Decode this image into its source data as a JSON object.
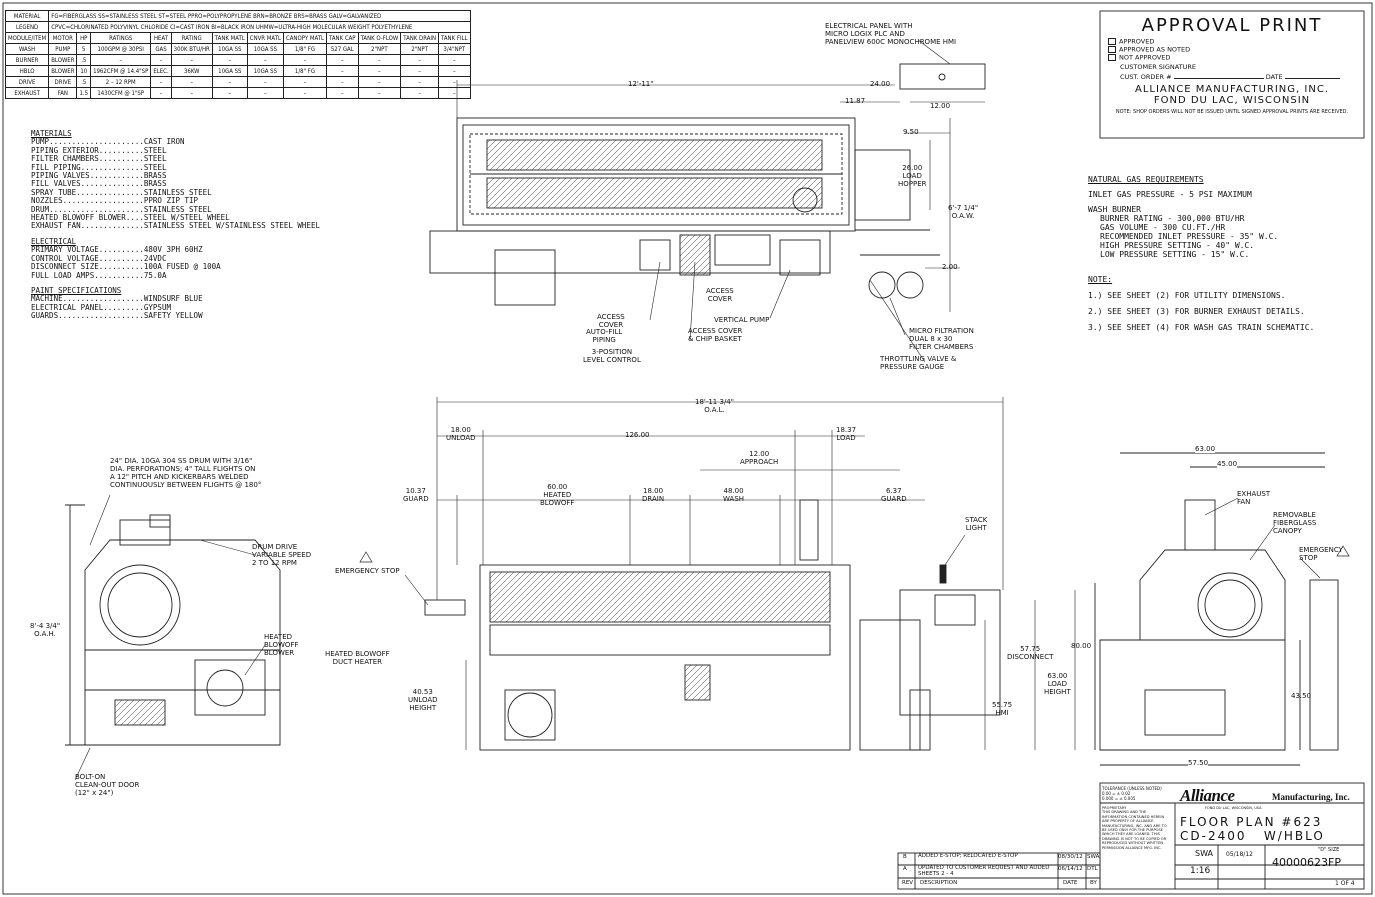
{
  "spec_table": {
    "header_rows": [
      {
        "label": "MATERIAL",
        "text": "FG=FIBERGLASS   SS=STAINLESS STEEL   ST=STEEL   PPRO=POLYPROPYLENE   BRN=BRONZE   BRS=BRASS   GALV=GALVANIZED"
      },
      {
        "label": "LEGEND",
        "text": "CPVC=CHLORINATED POLYVINYL CHLORIDE   CI=CAST IRON   BI=BLACK IRON   UHMW=ULTRA-HIGH MOLECULAR WEIGHT POLYETHYLENE"
      }
    ],
    "columns": [
      "MODULE/ITEM",
      "MOTOR",
      "HP",
      "RATINGS",
      "HEAT",
      "RATING",
      "TANK MATL",
      "CNVR MATL",
      "CANOPY MATL",
      "TANK CAP",
      "TANK O-FLOW",
      "TANK DRAIN",
      "TANK FILL"
    ],
    "rows": [
      [
        "WASH",
        "PUMP",
        "5",
        "100GPM @ 30PSI",
        "GAS",
        "300K BTU/HR",
        "10GA SS",
        "10GA SS",
        "1/8\" FG",
        "527 GAL",
        "2\"NPT",
        "2\"NPT",
        "3/4\"NPT"
      ],
      [
        "BURNER",
        "BLOWER",
        ".5",
        "–",
        "–",
        "–",
        "–",
        "–",
        "–",
        "–",
        "–",
        "–",
        "–"
      ],
      [
        "HBLO",
        "BLOWER",
        "10",
        "1962CFM @ 14.4\"SP",
        "ELEC.",
        "36KW",
        "10GA SS",
        "10GA SS",
        "1/8\" FG",
        "–",
        "–",
        "–",
        "–"
      ],
      [
        "DRIVE",
        "DRIVE",
        ".5",
        "2 – 12 RPM",
        "–",
        "–",
        "–",
        "–",
        "–",
        "–",
        "–",
        "–",
        "–"
      ],
      [
        "EXHAUST",
        "FAN",
        "1.5",
        "1430CFM @ 1\"SP",
        "–",
        "–",
        "–",
        "–",
        "–",
        "–",
        "–",
        "–",
        "–"
      ]
    ]
  },
  "materials": {
    "title": "MATERIALS",
    "items": [
      {
        "k": "PUMP",
        "v": "CAST IRON"
      },
      {
        "k": "PIPING EXTERIOR",
        "v": "STEEL"
      },
      {
        "k": "FILTER CHAMBERS",
        "v": "STEEL"
      },
      {
        "k": "FILL PIPING",
        "v": "STEEL"
      },
      {
        "k": "PIPING VALVES",
        "v": "BRASS"
      },
      {
        "k": "FILL VALVES",
        "v": "BRASS"
      },
      {
        "k": "SPRAY TUBE",
        "v": "STAINLESS STEEL"
      },
      {
        "k": "NOZZLES",
        "v": "PPRO ZIP TIP"
      },
      {
        "k": "DRUM",
        "v": "STAINLESS STEEL"
      },
      {
        "k": "HEATED BLOWOFF BLOWER",
        "v": "STEEL W/STEEL WHEEL"
      },
      {
        "k": "EXHAUST FAN",
        "v": "STAINLESS STEEL W/STAINLESS STEEL WHEEL"
      }
    ]
  },
  "electrical": {
    "title": "ELECTRICAL",
    "items": [
      {
        "k": "PRIMARY VOLTAGE",
        "v": "480V 3PH 60HZ"
      },
      {
        "k": "CONTROL VOLTAGE",
        "v": "24VDC"
      },
      {
        "k": "DISCONNECT SIZE",
        "v": "100A FUSED @ 100A"
      },
      {
        "k": "FULL LOAD AMPS",
        "v": "75.0A"
      }
    ]
  },
  "paint": {
    "title": "PAINT SPECIFICATIONS",
    "items": [
      {
        "k": "MACHINE",
        "v": "WINDSURF BLUE"
      },
      {
        "k": "ELECTRICAL PANEL",
        "v": "GYPSUM"
      },
      {
        "k": "GUARDS",
        "v": "SAFETY YELLOW"
      }
    ]
  },
  "approval": {
    "title": "APPROVAL PRINT",
    "options": [
      "APPROVED",
      "APPROVED AS NOTED",
      "NOT APPROVED"
    ],
    "customer_signature": "CUSTOMER SIGNATURE",
    "cust_order": "CUST. ORDER #",
    "date": "DATE",
    "company": "ALLIANCE MANUFACTURING, INC.",
    "city": "FOND DU LAC, WISCONSIN",
    "note": "NOTE: SHOP ORDERS WILL NOT BE ISSUED UNTIL SIGNED APPROVAL PRINTS ARE RECEIVED."
  },
  "gas": {
    "title": "NATURAL GAS REQUIREMENTS",
    "inlet": "INLET GAS PRESSURE - 5 PSI MAXIMUM",
    "burner_title": "WASH BURNER",
    "burner_lines": [
      "BURNER RATING - 300,000 BTU/HR",
      "GAS VOLUME - 300 CU.FT./HR",
      "RECOMMENDED INLET PRESSURE - 35\" W.C.",
      "HIGH PRESSURE SETTING - 40\" W.C.",
      "LOW PRESSURE SETTING - 15\" W.C."
    ]
  },
  "notes": {
    "title": "NOTE:",
    "items": [
      "1.) SEE SHEET (2) FOR UTILITY DIMENSIONS.",
      "2.) SEE SHEET (3) FOR BURNER EXHAUST DETAILS.",
      "3.) SEE SHEET (4) FOR WASH GAS TRAIN SCHEMATIC."
    ]
  },
  "top_view": {
    "panel_label": "ELECTRICAL PANEL WITH\nMICRO LOGIX PLC AND\nPANELVIEW 600C MONOCHROME HMI",
    "dims": [
      "12'-11\"",
      "24.00",
      "11.87",
      "12.00",
      "9.50",
      "26.00\nLOAD\nHOPPER",
      "6'-7 1/4\"\nO.A.W.",
      "2.00"
    ],
    "callouts": [
      "ACCESS\nCOVER",
      "ACCESS\nCOVER",
      "AUTO-FILL\nPIPING",
      "ACCESS COVER\n& CHIP BASKET",
      "3-POSITION\nLEVEL CONTROL",
      "VERTICAL PUMP",
      "MICRO FILTRATION\nDUAL 8 x 30\nFILTER CHAMBERS",
      "THROTTLING VALVE &\nPRESSURE GAUGE"
    ]
  },
  "front_view": {
    "dims": [
      "18'-11 3/4\"\nO.A.L.",
      "18.00\nUNLOAD",
      "126.00",
      "18.37\nLOAD",
      "12.00\nAPPROACH",
      "10.37\nGUARD",
      "60.00\nHEATED\nBLOWOFF",
      "18.00\nDRAIN",
      "48.00\nWASH",
      "6.37\nGUARD",
      "57.75\nDISCONNECT",
      "63.00\nLOAD\nHEIGHT",
      "55.75\nHMI",
      "40.53\nUNLOAD\nHEIGHT"
    ],
    "callouts": [
      "EMERGENCY STOP",
      "STACK\nLIGHT",
      "HEATED BLOWOFF\nDUCT HEATER"
    ]
  },
  "left_view": {
    "drum_note": "24\" DIA. 10GA 304 SS DRUM WITH 3/16\"\nDIA. PERFORATIONS; 4\" TALL FLIGHTS ON\nA 12\" PITCH AND KICKERBARS WELDED\nCONTINUOUSLY BETWEEN FLIGHTS @ 180°",
    "callouts": [
      "DRUM DRIVE\nVARIABLE SPEED\n2 TO 12 RPM",
      "HEATED\nBLOWOFF\nBLOWER",
      "BOLT-ON\nCLEAN-OUT DOOR\n(12\" x 24\")"
    ],
    "dims": [
      "8'-4 3/4\"\nO.A.H."
    ]
  },
  "right_view": {
    "dims": [
      "63.00",
      "45.00",
      "80.00",
      "43.50",
      "57.50"
    ],
    "callouts": [
      "EXHAUST\nFAN",
      "REMOVABLE\nFIBERGLASS\nCANOPY",
      "EMERGENCY\nSTOP"
    ]
  },
  "title_block": {
    "logo": "Alliance",
    "company": "Manufacturing, Inc.",
    "city": "FOND DU LAC, WISCONSIN, USA",
    "title1": "FLOOR PLAN #623",
    "title2": "CD-2400   W/HBLO",
    "tolerance": "TOLERANCE (UNLESS NOTED)\n0.00 = ± 0.02\n0.000 = ± 0.005",
    "proprietary": "PROPRIETARY\nTHIS DRAWING AND THE INFORMATION CONTAINED HEREIN ARE PROPERTY OF ALLIANCE MANUFACTURING, INC. AND ARE TO BE USED ONLY FOR THE PURPOSE WHICH THEY ARE LOANED. THIS DRAWING IS NOT TO BE COPIED OR REPRODUCED WITHOUT WRITTEN PERMISSION ALLIANCE MFG. INC.",
    "drawn": "SWA",
    "date": "05/18/12",
    "size": "\"D\" SIZE",
    "scale": "1:16",
    "drawing_no": "40000623FP",
    "sheet": "1 OF 4",
    "revisions": [
      {
        "rev": "B",
        "desc": "ADDED E-STOP; RELOCATED E-STOP",
        "date": "08/30/12",
        "by": "SWA"
      },
      {
        "rev": "A",
        "desc": "UPDATED TO CUSTOMER REQUEST AND ADDED SHEETS 2 - 4",
        "date": "06/14/12",
        "by": "DTL"
      }
    ],
    "rev_header": {
      "rev": "REV",
      "desc": "DESCRIPTION",
      "date": "DATE",
      "by": "BY"
    }
  }
}
